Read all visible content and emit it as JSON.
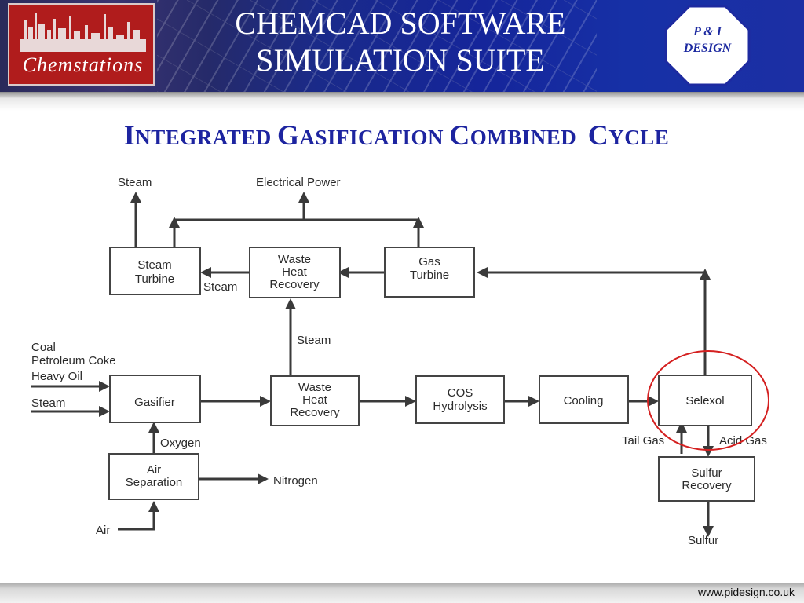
{
  "header": {
    "logo_text": "Chemstations",
    "title_line1": "CHEMCAD SOFTWARE",
    "title_line2": "SIMULATION SUITE",
    "badge_line1": "P & I",
    "badge_line2": "DESIGN"
  },
  "slide_title": {
    "w1_cap": "I",
    "w1_rest": "NTEGRATED",
    "w2_cap": "G",
    "w2_rest": "ASIFICATION",
    "w3_cap": "C",
    "w3_rest": "OMBINED",
    "w4_cap": "C",
    "w4_rest": "YCLE"
  },
  "diagram": {
    "blocks": {
      "steam_turbine": [
        "Steam",
        "Turbine"
      ],
      "waste_heat_recovery_top": [
        "Waste",
        "Heat",
        "Recovery"
      ],
      "gas_turbine": [
        "Gas",
        "Turbine"
      ],
      "gasifier": [
        "Gasifier"
      ],
      "waste_heat_recovery_mid": [
        "Waste",
        "Heat",
        "Recovery"
      ],
      "cos_hydrolysis": [
        "COS",
        "Hydrolysis"
      ],
      "cooling": [
        "Cooling"
      ],
      "selexol": [
        "Selexol"
      ],
      "air_separation": [
        "Air",
        "Separation"
      ],
      "sulfur_recovery": [
        "Sulfur",
        "Recovery"
      ]
    },
    "labels": {
      "steam_out": "Steam",
      "electrical_power": "Electrical Power",
      "steam_to_turbine": "Steam",
      "steam_up": "Steam",
      "feed_coal": "Coal",
      "feed_coke": "Petroleum Coke",
      "feed_oil": "Heavy Oil",
      "feed_steam": "Steam",
      "oxygen": "Oxygen",
      "nitrogen": "Nitrogen",
      "air": "Air",
      "tail_gas": "Tail Gas",
      "acid_gas": "Acid Gas",
      "sulfur": "Sulfur"
    },
    "highlight_color": "#d42020"
  },
  "footer": {
    "url": "www.pidesign.co.uk"
  }
}
